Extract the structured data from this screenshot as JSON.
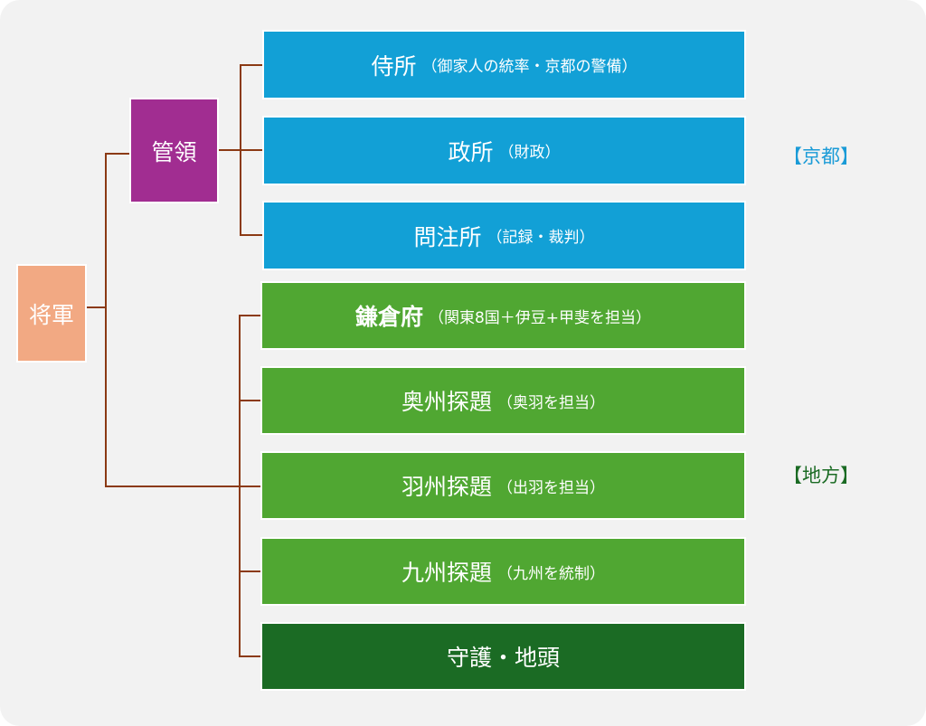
{
  "colors": {
    "shogun": "#f2a983",
    "kanrei": "#a12d91",
    "kyoto_box": "#12a0d6",
    "region_box": "#50a732",
    "shugo_box": "#1b6b24",
    "connector": "#8b3a14",
    "kyoto_label": "#1a9bd7",
    "region_label": "#1b6b24"
  },
  "shogun": {
    "label": "将軍"
  },
  "kanrei": {
    "label": "管領"
  },
  "kyoto_offices": [
    {
      "name": "侍所",
      "desc": "（御家人の統率・京都の警備）"
    },
    {
      "name": "政所",
      "desc": "（財政）"
    },
    {
      "name": "問注所",
      "desc": "（記録・裁判）"
    }
  ],
  "regional_offices": [
    {
      "name": "鎌倉府",
      "desc": "（関東8国＋伊豆+甲斐を担当）"
    },
    {
      "name": "奥州探題",
      "desc": "（奥羽を担当）"
    },
    {
      "name": "羽州探題",
      "desc": "（出羽を担当）"
    },
    {
      "name": "九州探題",
      "desc": "（九州を統制）"
    }
  ],
  "shugo_jito": {
    "label": "守護・地頭"
  },
  "region_labels": {
    "kyoto": "【京都】",
    "regional": "【地方】"
  }
}
